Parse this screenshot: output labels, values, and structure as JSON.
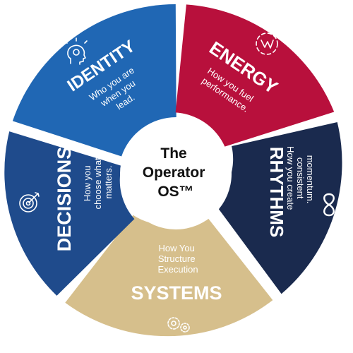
{
  "center": {
    "lines": [
      "The",
      "Operator",
      "OS™"
    ]
  },
  "segments": [
    {
      "id": "identity",
      "title": "IDENTITY",
      "desc": [
        "Who you are",
        "when you",
        "lead."
      ],
      "icon": "head-brain-icon",
      "color": "#2067b4"
    },
    {
      "id": "energy",
      "title": "ENERGY",
      "desc": [
        "How you fuel",
        "performance."
      ],
      "icon": "lightning-icon",
      "color": "#b8103c"
    },
    {
      "id": "rhythms",
      "title": "RHYTHMS",
      "desc": [
        "How you create",
        "consistent",
        "momentum."
      ],
      "icon": "infinity-icon",
      "color": "#1a2a4e"
    },
    {
      "id": "systems",
      "title": "SYSTEMS",
      "desc": [
        "How You",
        "Structure",
        "Execution"
      ],
      "icon": "gears-icon",
      "color": "#d6bf8c"
    },
    {
      "id": "decisions",
      "title": "DECISIONS",
      "desc": [
        "How you",
        "choose what",
        "matters."
      ],
      "icon": "target-icon",
      "color": "#1f4b8c"
    }
  ]
}
